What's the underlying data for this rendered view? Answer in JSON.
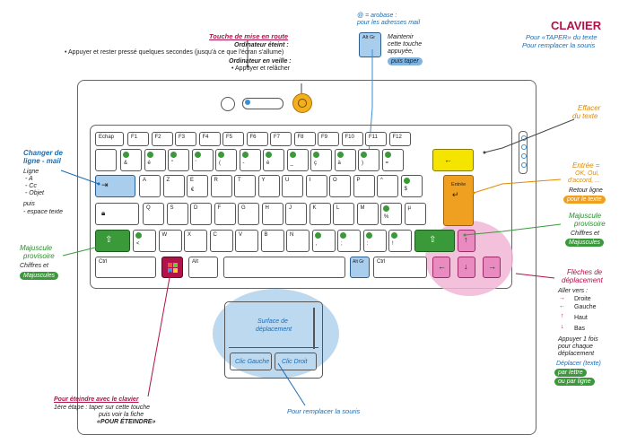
{
  "title": "CLAVIER",
  "subtitle_line1": "Pour «TAPER» du texte",
  "subtitle_line2": "Pour remplacer la souris",
  "arobase": {
    "title": "@ = arobase :",
    "line2": "pour les adresses mail",
    "key": "Alt Gr",
    "desc1": "Maintenir",
    "desc2": "cette touche",
    "desc3": "appuyée,",
    "pill": "puis taper"
  },
  "power": {
    "title": "Touche de mise en route",
    "h1": "Ordinateur éteint :",
    "l1": "• Appuyer et rester pressé quelques secondes (jusqu'à ce que l'écran s'allume)",
    "h2": "Ordinateur en veille :",
    "l2": "• Appuyer et relâcher"
  },
  "effacer": {
    "l1": "Effacer",
    "l2": "du texte"
  },
  "entree": {
    "l1": "Entrée =",
    "l2": "OK, Oui,",
    "l3": "d'accord, ...",
    "l4": "Retour ligne",
    "pill": "pour le texte"
  },
  "majprov": {
    "l1": "Majuscule",
    "l2": "provisoire",
    "l3": "Chiffres et",
    "pill": "Majuscules"
  },
  "changer": {
    "l1": "Changer de",
    "l2": "ligne - mail",
    "l3": "Ligne",
    "l4": "- A",
    "l5": "- Cc",
    "l6": "- Objet",
    "l7": "puis",
    "l8": "- espace texte"
  },
  "majleft": {
    "l1": "Majuscule",
    "l2": "provisoire",
    "l3": "Chiffres et",
    "pill": "Majuscules"
  },
  "fleches": {
    "l1": "Flèches de",
    "l2": "déplacement",
    "l3": "Aller vers :",
    "droite": "Droite",
    "gauche": "Gauche",
    "haut": "Haut",
    "bas": "Bas",
    "l4": "Appuyer 1 fois",
    "l5": "pour chaque",
    "l6": "déplacement",
    "l7": "Déplacer (texte)",
    "l8": "par lettre",
    "l9": "ou par ligne"
  },
  "eteindre": {
    "l1": "Pour éteindre avec le clavier",
    "l2": "1ère étape : taper sur cette touche",
    "l3": "puis voir la fiche",
    "l4": "«POUR ÉTEINDRE»"
  },
  "souris": {
    "l1": "Pour remplacer la souris"
  },
  "touchpad": {
    "surface1": "Surface de",
    "surface2": "déplacement",
    "left": "Clic Gauche",
    "right": "Clic Droit"
  },
  "keys": {
    "echap": "Echap",
    "fkeys": [
      "F1",
      "F2",
      "F3",
      "F4",
      "F5",
      "F6",
      "F7",
      "F8",
      "F9",
      "F10",
      "F11",
      "F12"
    ],
    "row1": [
      "&",
      "é",
      "\"",
      "'",
      "(",
      "-",
      "è",
      "_",
      "ç",
      "à",
      ")",
      "="
    ],
    "row2": [
      "A",
      "Z",
      "E",
      "R",
      "T",
      "Y",
      "U",
      "I",
      "O",
      "P",
      "^",
      "$"
    ],
    "row2sub": [
      "",
      "",
      "€",
      "",
      "",
      "",
      "",
      "",
      "",
      "",
      "",
      ""
    ],
    "row3": [
      "Q",
      "S",
      "D",
      "F",
      "G",
      "H",
      "J",
      "K",
      "L",
      "M",
      "%",
      "µ"
    ],
    "row4": [
      "<",
      "W",
      "X",
      "C",
      "V",
      "B",
      "N",
      ",",
      ";",
      ":",
      "!"
    ],
    "entree": "Entrée",
    "ctrl_left": "Ctrl",
    "alt": "Alt",
    "altgr": "Alt Gr",
    "ctrl_right": "Ctrl"
  },
  "colors": {
    "red": "#b0124a",
    "blue": "#1b6db3",
    "green": "#3a9a3a",
    "orange": "#f0a020",
    "yellow": "#f5e300",
    "pink": "#e98bc0",
    "lightblue": "#a9cdec",
    "tab": "#a9cdec"
  }
}
